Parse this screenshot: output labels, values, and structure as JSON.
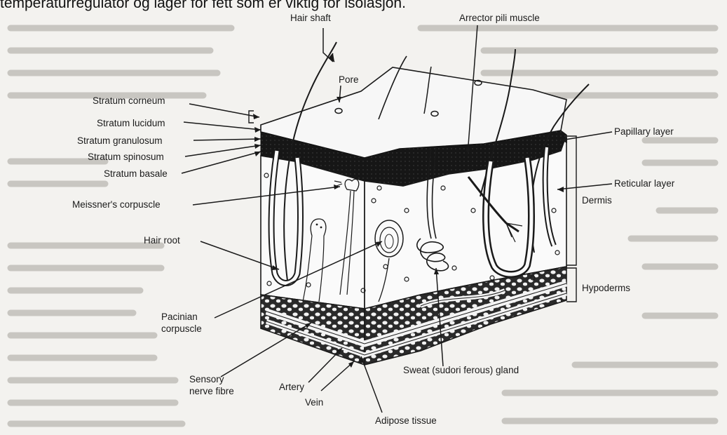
{
  "caption": "temperaturregulator og lager for fett som er viktig for isolasjon.",
  "labels": {
    "hair_shaft": "Hair shaft",
    "arrector_pili_muscle": "Arrector pili muscle",
    "pore": "Pore",
    "stratum_corneum": "Stratum corneum",
    "stratum_lucidum": "Stratum lucidum",
    "stratum_granulosum": "Stratum granulosum",
    "stratum_spinosum": "Stratum spinosum",
    "stratum_basale": "Stratum basale",
    "meissners_corpuscle": "Meissner's corpuscle",
    "hair_root": "Hair root",
    "pacinian_corpuscle_line1": "Pacinian",
    "pacinian_corpuscle_line2": "corpuscle",
    "sensory_nerve_fibre_line1": "Sensory",
    "sensory_nerve_fibre_line2": "nerve fibre",
    "artery": "Artery",
    "vein": "Vein",
    "adipose_tissue": "Adipose tissue",
    "sweat_gland": "Sweat (sudori ferous) gland",
    "papillary_layer": "Papillary layer",
    "reticular_layer": "Reticular layer",
    "dermis": "Dermis",
    "hypodermis": "Hypoderms"
  }
}
